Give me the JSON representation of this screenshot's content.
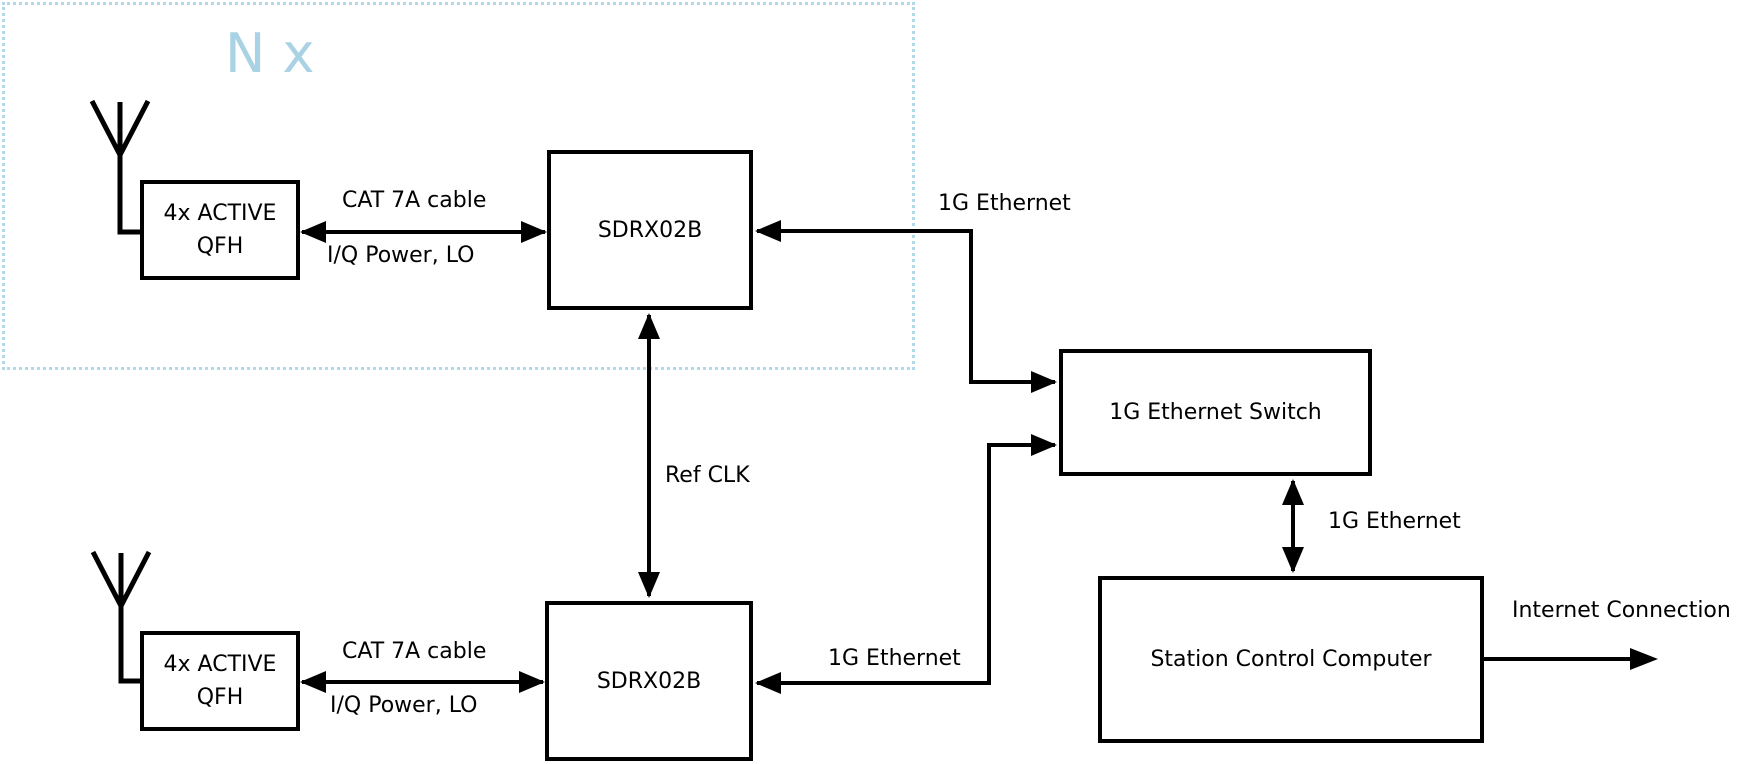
{
  "group": {
    "multiplier_label": "N x"
  },
  "boxes": {
    "qfh_top": {
      "line1": "4x ACTIVE",
      "line2": "QFH"
    },
    "sdrx_top": {
      "label": "SDRX02B"
    },
    "qfh_bottom": {
      "line1": "4x ACTIVE",
      "line2": "QFH"
    },
    "sdrx_bottom": {
      "label": "SDRX02B"
    },
    "ethernet_switch": {
      "label": "1G Ethernet Switch"
    },
    "station_computer": {
      "label": "Station Control Computer"
    }
  },
  "edge_labels": {
    "cat7a_top": "CAT 7A cable",
    "iq_power_top": "I/Q Power, LO",
    "ethernet_top": "1G Ethernet",
    "ref_clk": "Ref CLK",
    "ethernet_bottom": "1G Ethernet",
    "ethernet_switch_pc": "1G Ethernet",
    "internet": "Internet Connection",
    "cat7a_bottom": "CAT 7A cable",
    "iq_power_bottom": "I/Q Power, LO"
  },
  "colors": {
    "stroke": "#000000",
    "group_border": "#b2d9e8",
    "group_label": "#a9d2e4",
    "background": "#ffffff"
  }
}
